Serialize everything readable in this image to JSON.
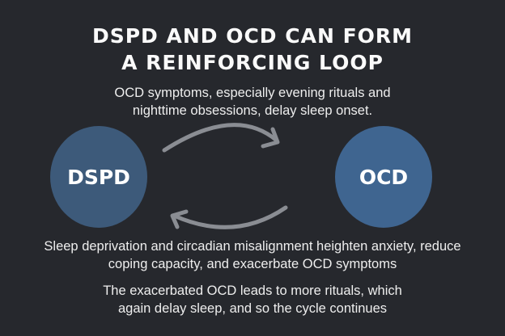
{
  "title": {
    "line1": "DSPD AND OCD CAN FORM",
    "line2": "A REINFORCING LOOP"
  },
  "top_text": {
    "line1": "OCD symptoms, especially evening rituals and",
    "line2": "nighttime obsessions, delay sleep onset."
  },
  "nodes": {
    "left": "DSPD",
    "right": "OCD"
  },
  "bottom_text": {
    "line1": "Sleep deprivation and circadian misalignment heighten anxiety, reduce",
    "line2": "coping capacity, and exacerbate OCD symptoms"
  },
  "footer_text": {
    "line1": "The exacerbated OCD leads to more rituals, which",
    "line2": "again delay sleep, and so the cycle continues"
  },
  "colors": {
    "background": "#26282d",
    "dspd": "#3d5a7a",
    "ocd": "#3f6590",
    "arrow": "#8a8d93"
  }
}
